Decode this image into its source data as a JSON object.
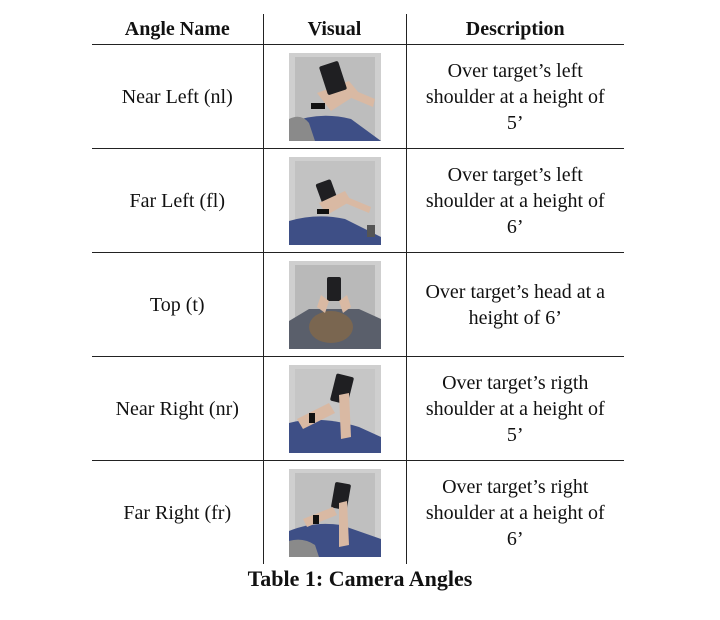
{
  "table": {
    "headers": [
      "Angle Name",
      "Visual",
      "Description"
    ],
    "rows": [
      {
        "angle": "Near Left (nl)",
        "visual": "photo of hands holding a phone, over left shoulder",
        "description": "Over target’s left shoulder at a height of 5’"
      },
      {
        "angle": "Far Left (fl)",
        "visual": "photo of hands holding a phone, over left shoulder from farther",
        "description": "Over target’s left shoulder at a height of 6’"
      },
      {
        "angle": "Top (t)",
        "visual": "photo of a person holding a phone seen from above the head",
        "description": "Over target’s head at a height of 6’"
      },
      {
        "angle": "Near Right (nr)",
        "visual": "photo of hands holding a phone, over right shoulder",
        "description": "Over target’s rigth shoulder at a height of 5’"
      },
      {
        "angle": "Far Right (fr)",
        "visual": "photo of hands holding a phone, over right shoulder from farther",
        "description": "Over target’s right shoulder at a height of 6’"
      }
    ]
  },
  "caption": "Table 1: Camera Angles",
  "colors": {
    "rule": "#222222",
    "photo_background": "#cfcfcf",
    "photo_floor": "#3e4f86",
    "photo_skin": "#d9b9a3",
    "photo_phone": "#1f1f22"
  }
}
